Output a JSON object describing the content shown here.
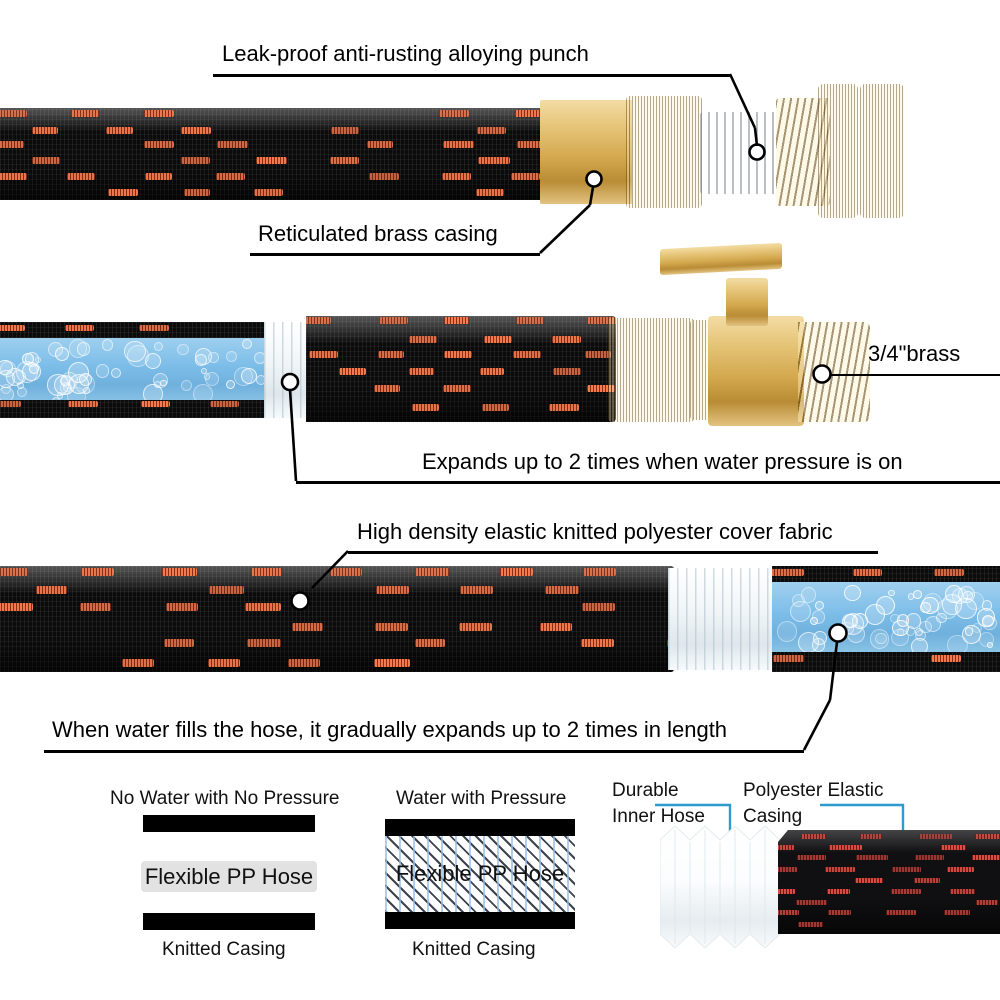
{
  "callouts": {
    "leak_proof": "Leak-proof anti-rusting alloying punch",
    "reticulated": "Reticulated brass casing",
    "brass_size": "3/4\"brass",
    "expands_pressure": "Expands up to 2 times when water pressure is on",
    "high_density": "High density elastic knitted polyester cover fabric",
    "fills_hose": "When water fills the hose, it gradually expands up to 2 times in length"
  },
  "diagram": {
    "left": {
      "title": "No Water with No Pressure",
      "band_label": "Flexible PP Hose",
      "bottom_label": "Knitted Casing"
    },
    "middle": {
      "title": "Water with Pressure",
      "band_label": "Flexible PP Hose",
      "bottom_label": "Knitted Casing"
    },
    "right": {
      "inner_label_line1": "Durable",
      "inner_label_line2": "Inner Hose",
      "casing_label_line1": "Polyester Elastic",
      "casing_label_line2": "Casing"
    }
  },
  "colors": {
    "hose_black": "#0b0b0c",
    "hose_orange": "#f1501a",
    "brass": "#d4a94f",
    "water_blue": "#7cbde8",
    "leader_blue": "#2d9bd0",
    "band_gray": "#e2e2e2",
    "text": "#111111"
  }
}
